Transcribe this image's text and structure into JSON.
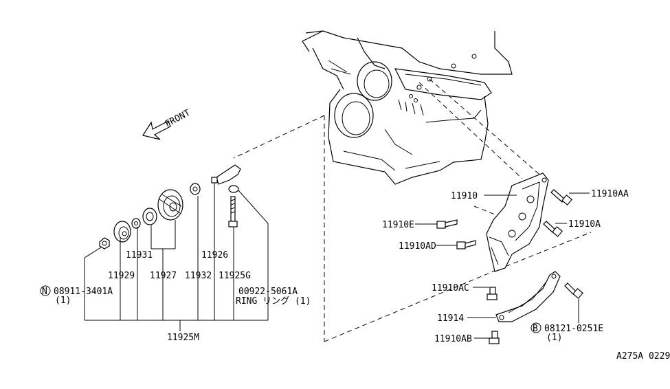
{
  "direction_label": "FRONT",
  "figure_code": "A275A 0229",
  "callouts": {
    "p11910": "11910",
    "p11910AA": "11910AA",
    "p11910E": "11910E",
    "p11910A": "11910A",
    "p11910AD": "11910AD",
    "p11910AC": "11910AC",
    "p11914": "11914",
    "p11910AB": "11910AB",
    "p08121_0251E": "08121-0251E",
    "p08121_qty": "(1)",
    "p08121_symbol": "B",
    "p11929": "11929",
    "p11931": "11931",
    "p11927": "11927",
    "p11932": "11932",
    "p11926": "11926",
    "p11925G": "11925G",
    "p08911_3401A": "08911-3401A",
    "p08911_qty": "(1)",
    "p08911_symbol": "N",
    "p00922_5061A": "00922-5061A",
    "p00922_desc": "RING リング (1)",
    "p11925M": "11925M"
  }
}
